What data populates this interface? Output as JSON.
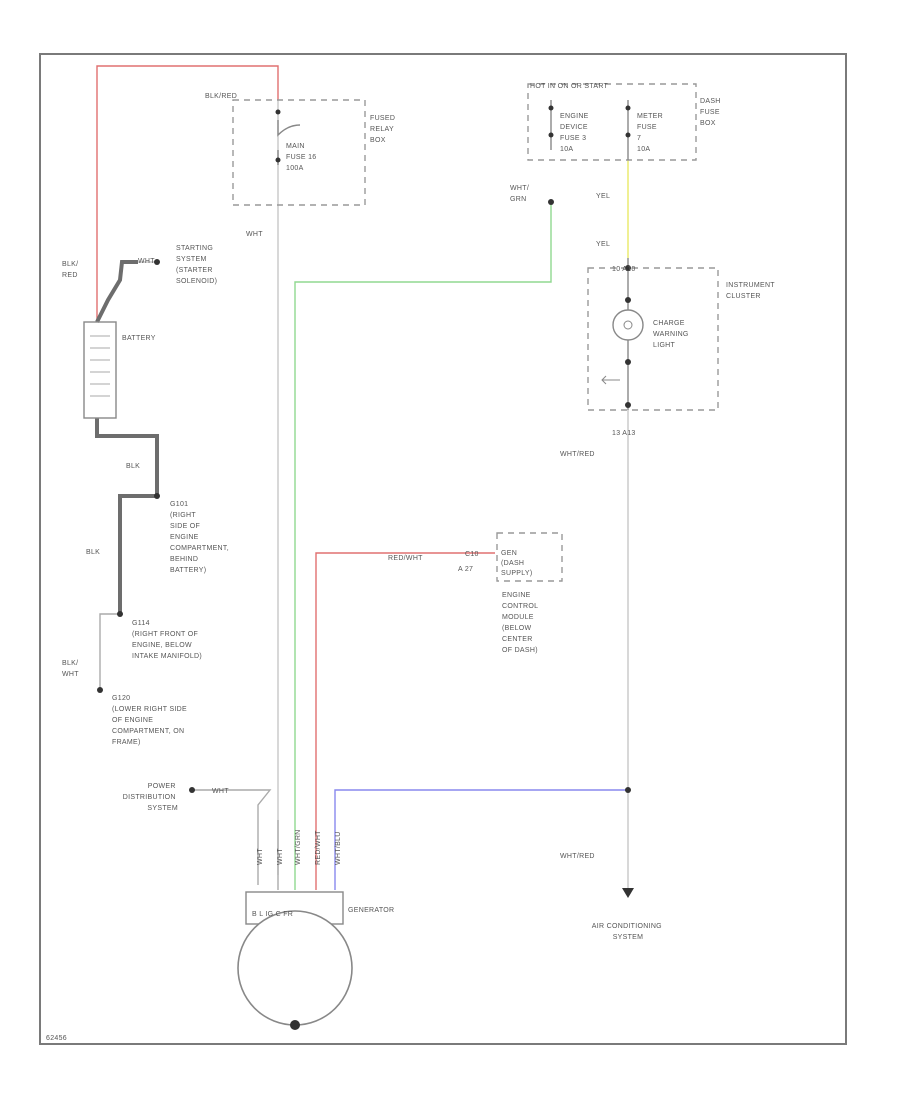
{
  "colors": {
    "red": "#e07070",
    "green": "#90d890",
    "blue": "#8888ee",
    "yellow": "#eaea66",
    "gray": "#c8c8c8",
    "dark": "#6d6d6d"
  },
  "labels": {
    "blk_red_top": "BLK/RED",
    "main_fuse": [
      "MAIN",
      "FUSE 16",
      "100A"
    ],
    "fused_relay_box": [
      "FUSED",
      "RELAY",
      "BOX"
    ],
    "hot_at_all_times": "HOT IN ON OR START",
    "engine_device_fuse": [
      "ENGINE",
      "DEVICE",
      "FUSE 3",
      "10A"
    ],
    "meter_fuse": [
      "METER",
      "FUSE",
      "7",
      "10A"
    ],
    "dash_fuse_box": [
      "DASH",
      "FUSE",
      "BOX"
    ],
    "wht_grn": [
      "WHT/",
      "GRN"
    ],
    "wht_mid": "WHT",
    "yel_1": "YEL",
    "yel_2": "YEL",
    "blk_red_left": [
      "BLK/",
      "RED"
    ],
    "starting_system": [
      "STARTING",
      "SYSTEM",
      "(STARTER",
      "SOLENOID)"
    ],
    "wht_start": "WHT",
    "battery": "BATTERY",
    "instrument_cluster": [
      "INSTRUMENT",
      "CLUSTER"
    ],
    "charge_warning_light": [
      "CHARGE",
      "WARNING",
      "LIGHT"
    ],
    "connector_top": "10  A10",
    "connector_bottom": "13    A13",
    "wht_red_1": "WHT/RED",
    "blk_1": "BLK",
    "g101": [
      "G101",
      "(RIGHT",
      "SIDE OF",
      "ENGINE",
      "COMPARTMENT,",
      "BEHIND",
      "BATTERY)"
    ],
    "blk_2": "BLK",
    "red_wht": "RED/WHT",
    "ecm_pins": [
      "C10",
      "A 27"
    ],
    "ecm_connector": [
      "GEN",
      "(DASH",
      "SUPPLY)"
    ],
    "ecm_label": [
      "ENGINE",
      "CONTROL",
      "MODULE",
      "(BELOW",
      "CENTER",
      "OF DASH)"
    ],
    "g114": [
      "G114",
      "(RIGHT FRONT OF",
      "ENGINE, BELOW",
      "INTAKE MANIFOLD)"
    ],
    "blk_wht": [
      "BLK/",
      "WHT"
    ],
    "g120": [
      "G120",
      "(LOWER RIGHT SIDE",
      "OF ENGINE",
      "COMPARTMENT, ON",
      "FRAME)"
    ],
    "power_distribution": [
      "POWER",
      "DISTRIBUTION",
      "SYSTEM"
    ],
    "wht_pd": "WHT",
    "gen_wires": [
      "WHT",
      "WHT",
      "WHT/GRN",
      "RED/WHT",
      "WHT/BLU"
    ],
    "gen_pins": "B  L  IG  C  FR",
    "generator": "GENERATOR",
    "wht_red_2": "WHT/RED",
    "air_conditioning": [
      "AIR CONDITIONING",
      "SYSTEM"
    ],
    "footer_id": "62456"
  }
}
